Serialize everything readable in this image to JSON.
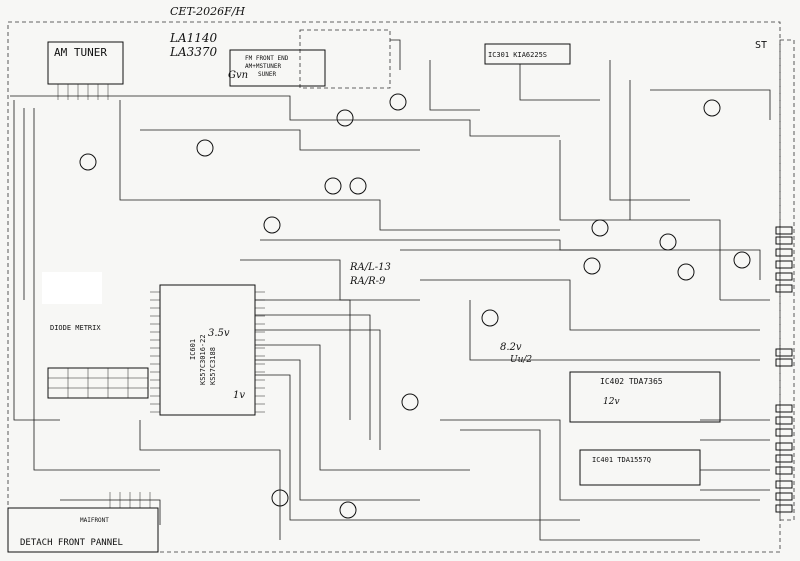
{
  "title_note": "CET-2026F/H",
  "header_scribble": "LA1140",
  "header_scribble_2": "LA3370",
  "am_tuner": "AM TUNER",
  "fm_front_end": "FM FRONT END\nAM+MSTUNER\nSUNER",
  "ic301": "IC301  KIA6225S",
  "ic402": "IC402  TDA7365",
  "ic401": "IC401  TDA1557Q",
  "ic601": "IC601\nKS57C3016-22\nKS57C3188",
  "diode_matrix": "DIODE METRIX",
  "detach_label": "DETACH FRONT PANNEL",
  "main_front": "MAIFRONT",
  "st_label": "ST",
  "ra_note_1": "RA/L-13",
  "ra_note_2": "RA/R-9",
  "v_note_1": "3.5v",
  "v_note_2": "8.2v",
  "v_note_3": "12v",
  "v_note_4": "1v",
  "v_note_5": "Uu/2",
  "gvn_note": "Gvn",
  "tda_note": "TDA7365"
}
